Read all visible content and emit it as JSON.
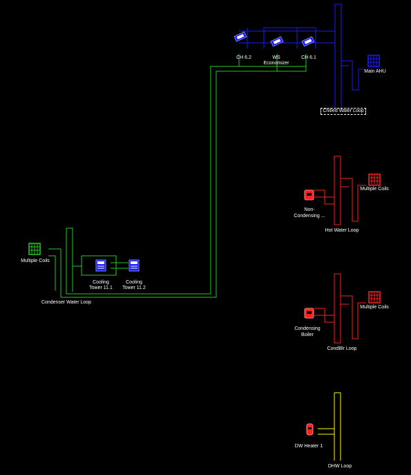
{
  "colors": {
    "background": "#000000",
    "chilled_water": "#1a1aff",
    "hot_water": "#ff2020",
    "condenser_water": "#22cc22",
    "dhw": "#ffff00",
    "label": "#ffffff"
  },
  "chilled_water": {
    "chiller_1_label": "CH 6.2",
    "economizer_label_1": "WS",
    "economizer_label_2": "Economizer",
    "chiller_2_label": "CH 6.1",
    "ahu_label": "Main AHU",
    "loop_label": "Chilled Water Loop"
  },
  "hot_water": {
    "boiler_label_1": "Non-",
    "boiler_label_2": "Condensing ...",
    "coils_label": "Multiple Coils",
    "loop_label": "Hot Water Loop"
  },
  "cond_boiler": {
    "boiler_label_1": "Condensing",
    "boiler_label_2": "Boiler",
    "coils_label": "Multiple Coils",
    "loop_label": "CondBlr Loop"
  },
  "condenser": {
    "coils_label": "Multiple Coils",
    "tower_1_label_1": "Cooling",
    "tower_1_label_2": "Tower 11.1",
    "tower_2_label_1": "Cooling",
    "tower_2_label_2": "Tower 11.2",
    "loop_label": "Condenser Water Loop"
  },
  "dhw": {
    "heater_label": "DW Heater 1",
    "loop_label": "DHW Loop"
  }
}
